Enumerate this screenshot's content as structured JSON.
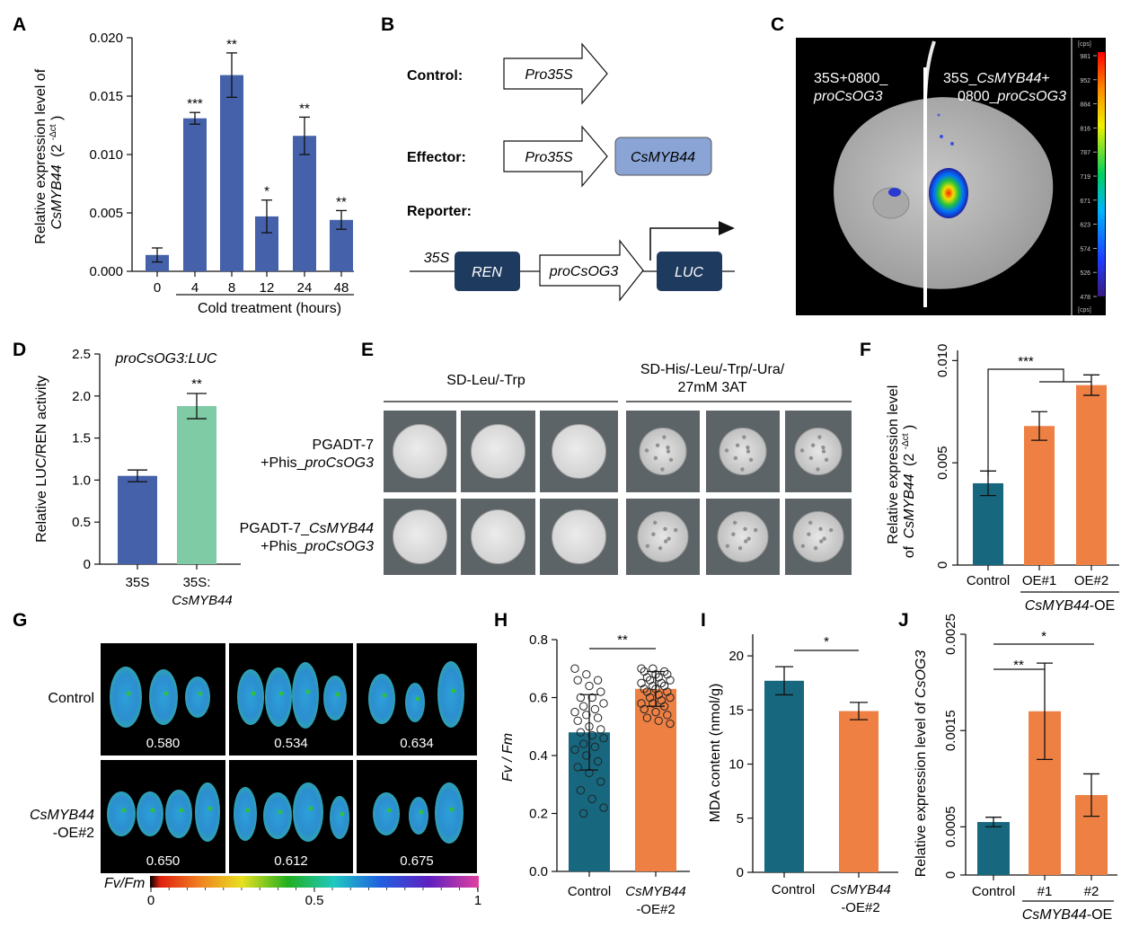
{
  "panel_letters": [
    "A",
    "B",
    "C",
    "D",
    "E",
    "F",
    "G",
    "H",
    "I",
    "J"
  ],
  "colors": {
    "blue_bar": "#4461a9",
    "green_bar": "#7fcba5",
    "teal_bar": "#17677f",
    "orange_bar": "#ee8043",
    "navy_box": "#1f3a5f",
    "light_blue_box": "#8aa4d6"
  },
  "chart_data": [
    {
      "panel": "A",
      "type": "bar",
      "categories": [
        "0",
        "4",
        "8",
        "12",
        "24",
        "48"
      ],
      "values": [
        0.0014,
        0.0131,
        0.0168,
        0.0047,
        0.0116,
        0.0044
      ],
      "errors": [
        0.0006,
        0.0005,
        0.0019,
        0.0014,
        0.0016,
        0.0008
      ],
      "significance": [
        "",
        "***",
        "**",
        "*",
        "**",
        "**"
      ],
      "yticks": [
        "0.000",
        "0.005",
        "0.010",
        "0.015",
        "0.020"
      ],
      "ylim": [
        0,
        0.02
      ],
      "xlabel": "Cold treatment (hours)",
      "ylabel_line1": "Relative expression level of",
      "ylabel_gene": "CsMYB44",
      "ylabel_unit": "(2",
      "ylabel_sup": "-Δct",
      "ylabel_close": ")"
    },
    {
      "panel": "D",
      "type": "bar",
      "title": "proCsOG3:LUC",
      "categories": [
        "35S",
        "35S:"
      ],
      "category_sub": [
        "",
        "CsMYB44"
      ],
      "values": [
        1.05,
        1.88
      ],
      "errors": [
        0.07,
        0.15
      ],
      "significance": [
        "",
        "**"
      ],
      "yticks": [
        "0",
        "0.5",
        "1.0",
        "1.5",
        "2.0",
        "2.5"
      ],
      "ylim": [
        0,
        2.5
      ],
      "ylabel": "Relative LUC/REN activity"
    },
    {
      "panel": "F",
      "type": "bar",
      "categories": [
        "Control",
        "OE#1",
        "OE#2"
      ],
      "group_label_gene": "CsMYB44",
      "group_label_suffix": "-OE",
      "values": [
        0.004,
        0.0068,
        0.0088
      ],
      "errors": [
        0.0006,
        0.0007,
        0.0005
      ],
      "significance": "***",
      "yticks": [
        "0",
        "0.005",
        "0.010"
      ],
      "ylim": [
        0,
        0.0105
      ],
      "ylabel_line1": "Relative expression level",
      "ylabel_of": "of",
      "ylabel_gene": "CsMYB44",
      "ylabel_unit": "(2",
      "ylabel_sup": "-Δct",
      "ylabel_close": ")"
    },
    {
      "panel": "H",
      "type": "bar",
      "categories": [
        "Control",
        "CsMYB44"
      ],
      "category_sub": [
        "",
        "-OE#2"
      ],
      "values": [
        0.48,
        0.63
      ],
      "errors": [
        0.13,
        0.06
      ],
      "significance": "**",
      "yticks": [
        "0.0",
        "0.2",
        "0.4",
        "0.6",
        "0.8"
      ],
      "ylim": [
        0,
        0.8
      ],
      "ylabel": "Fv / Fm",
      "points_control": [
        0.7,
        0.68,
        0.66,
        0.66,
        0.64,
        0.62,
        0.6,
        0.6,
        0.58,
        0.57,
        0.56,
        0.55,
        0.54,
        0.53,
        0.52,
        0.5,
        0.49,
        0.48,
        0.47,
        0.46,
        0.44,
        0.43,
        0.42,
        0.4,
        0.38,
        0.36,
        0.34,
        0.31,
        0.28,
        0.25,
        0.22,
        0.2
      ],
      "points_oe": [
        0.7,
        0.7,
        0.69,
        0.69,
        0.68,
        0.68,
        0.67,
        0.67,
        0.66,
        0.66,
        0.65,
        0.65,
        0.64,
        0.64,
        0.63,
        0.63,
        0.62,
        0.62,
        0.61,
        0.6,
        0.6,
        0.59,
        0.58,
        0.58,
        0.57,
        0.56,
        0.55,
        0.54,
        0.53,
        0.52,
        0.51
      ]
    },
    {
      "panel": "I",
      "type": "bar",
      "categories": [
        "Control",
        "CsMYB44"
      ],
      "category_sub": [
        "",
        "-OE#2"
      ],
      "values": [
        17.7,
        14.9
      ],
      "errors": [
        1.3,
        0.8
      ],
      "significance": "*",
      "yticks": [
        "0",
        "5",
        "10",
        "15",
        "20"
      ],
      "ylim": [
        0,
        22
      ],
      "ylabel": "MDA content (nmol/g)"
    },
    {
      "panel": "J",
      "type": "bar",
      "categories": [
        "Control",
        "#1",
        "#2"
      ],
      "group_label_gene": "CsMYB44",
      "group_label_suffix": "-OE",
      "values": [
        0.00055,
        0.0017,
        0.00083
      ],
      "errors": [
        5e-05,
        0.0005,
        0.00022
      ],
      "significance": [
        "**",
        "*"
      ],
      "yticks": [
        "0",
        "0.0005",
        "0.0015",
        "0.0025"
      ],
      "ylim": [
        0,
        0.0025
      ],
      "ylabel_line1": "Relative expression level of",
      "ylabel_gene": "CsOG3"
    }
  ],
  "panel_B": {
    "control_label": "Control:",
    "effector_label": "Effector:",
    "reporter_label": "Reporter:",
    "pro35s": "Pro35S",
    "csmyb44": "CsMYB44",
    "s35": "35S",
    "ren": "REN",
    "procsog3": "proCsOG3",
    "luc": "LUC"
  },
  "panel_C": {
    "left_label_line1": "35S+0800_",
    "left_label_line2": "proCsOG3",
    "right_label_line1_a": "35S_",
    "right_label_line1_b": "CsMYB44",
    "right_label_line1_c": "+",
    "right_label_line2_a": "0800_",
    "right_label_line2_b": "proCsOG3",
    "scale_ticks": [
      "981",
      "952",
      "884",
      "816",
      "787",
      "719",
      "671",
      "623",
      "574",
      "526",
      "478"
    ],
    "scale_top": "[cps]",
    "scale_bottom": "[cps]"
  },
  "panel_E": {
    "header_left": "SD-Leu/-Trp",
    "header_right_line1": "SD-His/-Leu/-Trp/-Ura/",
    "header_right_line2": "27mM 3AT",
    "row1_line1": "PGADT-7",
    "row1_line2_a": "+Phis_",
    "row1_line2_b": "proCsOG3",
    "row2_line1_a": "PGADT-7_",
    "row2_line1_b": "CsMYB44",
    "row2_line2_a": "+Phis_",
    "row2_line2_b": "proCsOG3"
  },
  "panel_G": {
    "row1_label": "Control",
    "row2_label_line1": "CsMYB44",
    "row2_label_line2": "-OE#2",
    "values_row1": [
      "0.580",
      "0.534",
      "0.634"
    ],
    "values_row2": [
      "0.650",
      "0.612",
      "0.675"
    ],
    "scale_label": "Fv/Fm",
    "scale_ticks": [
      "0",
      "0.5",
      "1"
    ]
  }
}
